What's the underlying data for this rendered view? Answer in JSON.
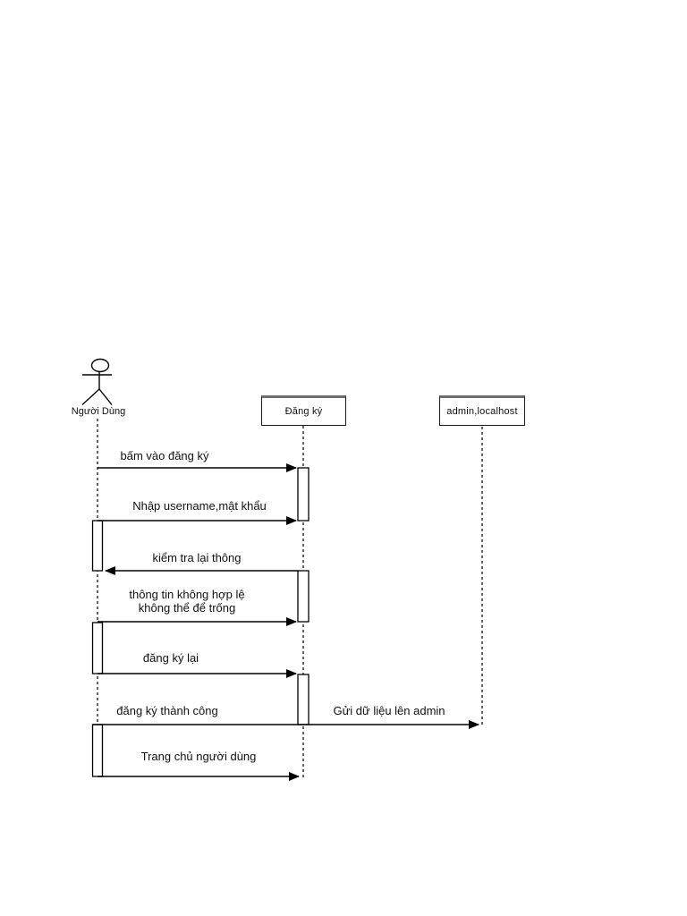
{
  "colors": {
    "background": "#ffffff",
    "line": "#000000"
  },
  "diagram": {
    "actor": {
      "label": "Người Dùng"
    },
    "objects": [
      {
        "id": "dangky",
        "label": "Đăng ký"
      },
      {
        "id": "admin",
        "label": "admin,localhost"
      }
    ],
    "messages": [
      {
        "from": "user",
        "to": "dangky",
        "text": "bấm vào đăng ký"
      },
      {
        "from": "user",
        "to": "dangky",
        "text": "Nhập username,mật khẩu"
      },
      {
        "from": "dangky",
        "to": "user",
        "text": "kiểm tra lại thông"
      },
      {
        "from": "user",
        "to": "dangky",
        "lines": [
          "thông tin không hợp lệ",
          "không thể để trống"
        ]
      },
      {
        "from": "user",
        "to": "dangky",
        "text": "đăng ký lại"
      },
      {
        "from": "user",
        "to": "admin",
        "text": "đăng ký thành công"
      },
      {
        "from": "dangky",
        "to": "admin",
        "text": "Gửi dữ liệu lên admin"
      },
      {
        "from": "user",
        "to": "dangky",
        "text": "Trang chủ người dùng"
      }
    ]
  }
}
